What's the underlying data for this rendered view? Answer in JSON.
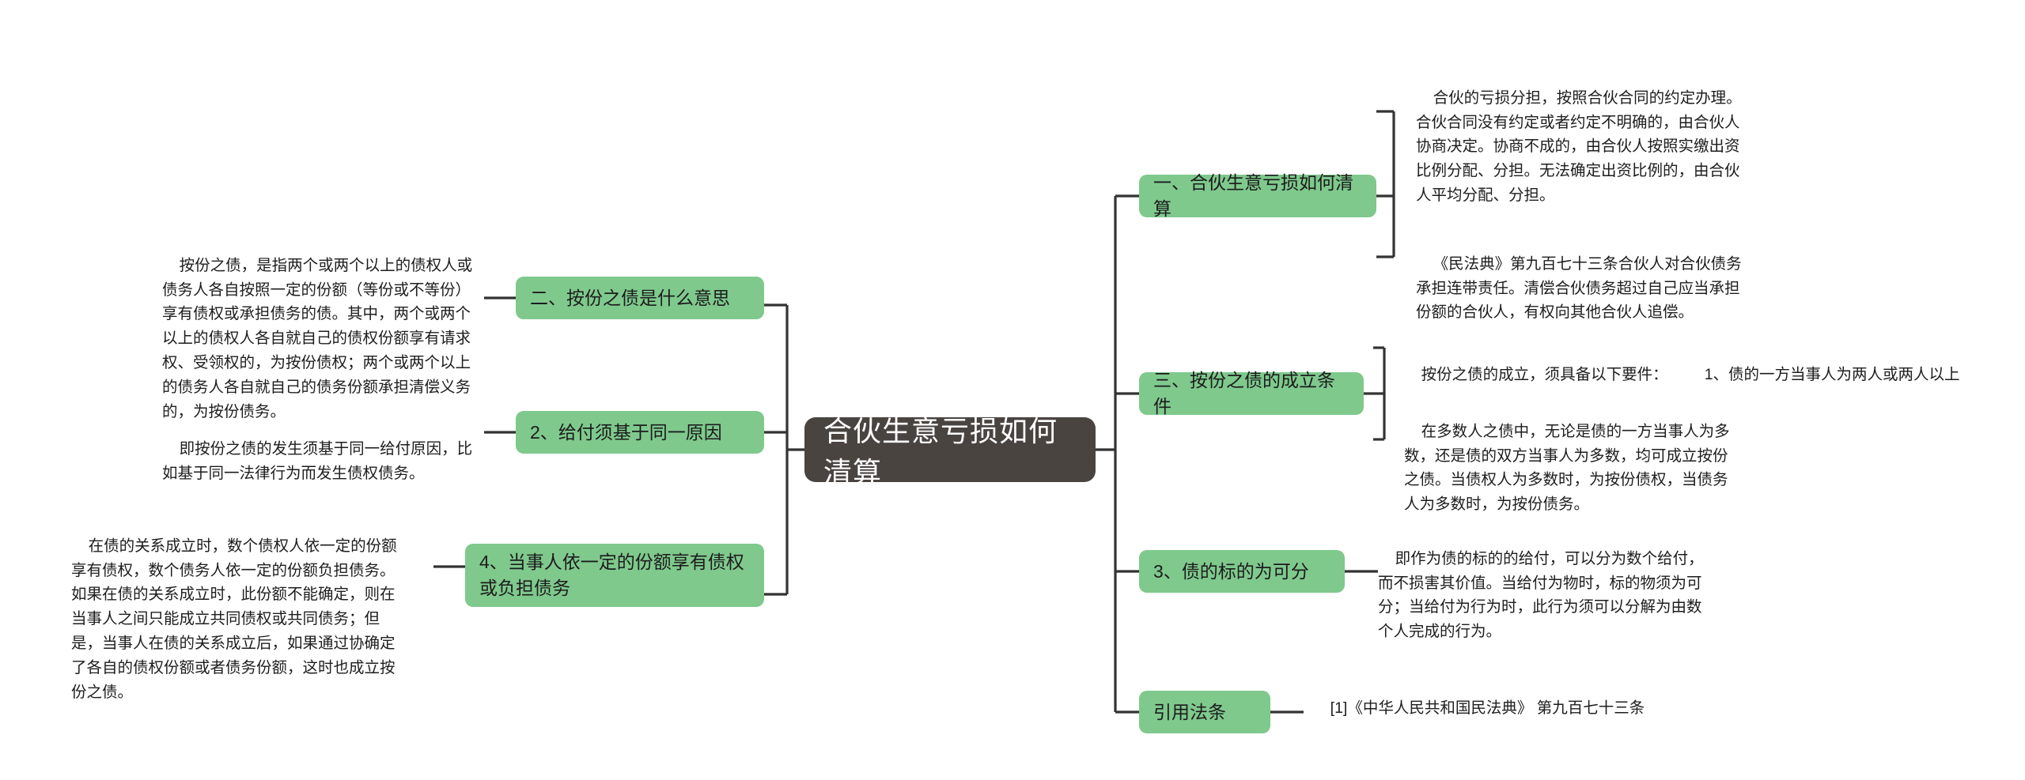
{
  "diagram": {
    "type": "mindmap",
    "title": "合伙生意亏损如何清算",
    "theme": {
      "background": "#ffffff",
      "root_fill": "#4a4441",
      "root_text": "#ffffff",
      "branch_fill": "#7fc98d",
      "branch_text": "#1c1c1c",
      "leaf_text": "#1d1d1d",
      "connector": "#333333"
    }
  },
  "root": {
    "label": "合伙生意亏损如何清算"
  },
  "left_branches": [
    {
      "label": "二、按份之债是什么意思",
      "notes": [
        "按份之债，是指两个或两个以上的债权人或债务人各自按照一定的份额（等份或不等份）享有债权或承担债务的债。其中，两个或两个以上的债权人各自就自己的债权份额享有请求权、受领权的，为按份债权；两个或两个以上的债务人各自就自己的债务份额承担清偿义务的，为按份债务。"
      ]
    },
    {
      "label": "2、给付须基于同一原因",
      "notes": [
        "即按份之债的发生须基于同一给付原因，比如基于同一法律行为而发生债权债务。"
      ]
    },
    {
      "label": "4、当事人依一定的份额享有债权或负担债务",
      "notes": [
        "在债的关系成立时，数个债权人依一定的份额享有债权，数个债务人依一定的份额负担债务。如果在债的关系成立时，此份额不能确定，则在当事人之间只能成立共同债权或共同债务；但是，当事人在债的关系成立后，如果通过协确定了各自的债权份额或者债务份额，这时也成立按份之债。"
      ]
    }
  ],
  "right_branches": [
    {
      "label": "一、合伙生意亏损如何清算",
      "notes": [
        "合伙的亏损分担，按照合伙合同的约定办理。合伙合同没有约定或者约定不明确的，由合伙人协商决定。协商不成的，由合伙人按照实缴出资比例分配、分担。无法确定出资比例的，由合伙人平均分配、分担。",
        "《民法典》第九百七十三条合伙人对合伙债务承担连带责任。清偿合伙债务超过自己应当承担份额的合伙人，有权向其他合伙人追偿。"
      ]
    },
    {
      "label": "三、按份之债的成立条件",
      "notes": [
        "按份之债的成立，须具备以下要件：",
        "1、债的一方当事人为两人或两人以上",
        "在多数人之债中，无论是债的一方当事人为多数，还是债的双方当事人为多数，均可成立按份之债。当债权人为多数时，为按份债权，当债务人为多数时，为按份债务。"
      ]
    },
    {
      "label": "3、债的标的为可分",
      "notes": [
        "即作为债的标的的给付，可以分为数个给付，而不损害其价值。当给付为物时，标的物须为可分；当给付为行为时，此行为须可以分解为由数个人完成的行为。"
      ]
    },
    {
      "label": "引用法条",
      "notes": [
        "[1]《中华人民共和国民法典》 第九百七十三条"
      ]
    }
  ]
}
